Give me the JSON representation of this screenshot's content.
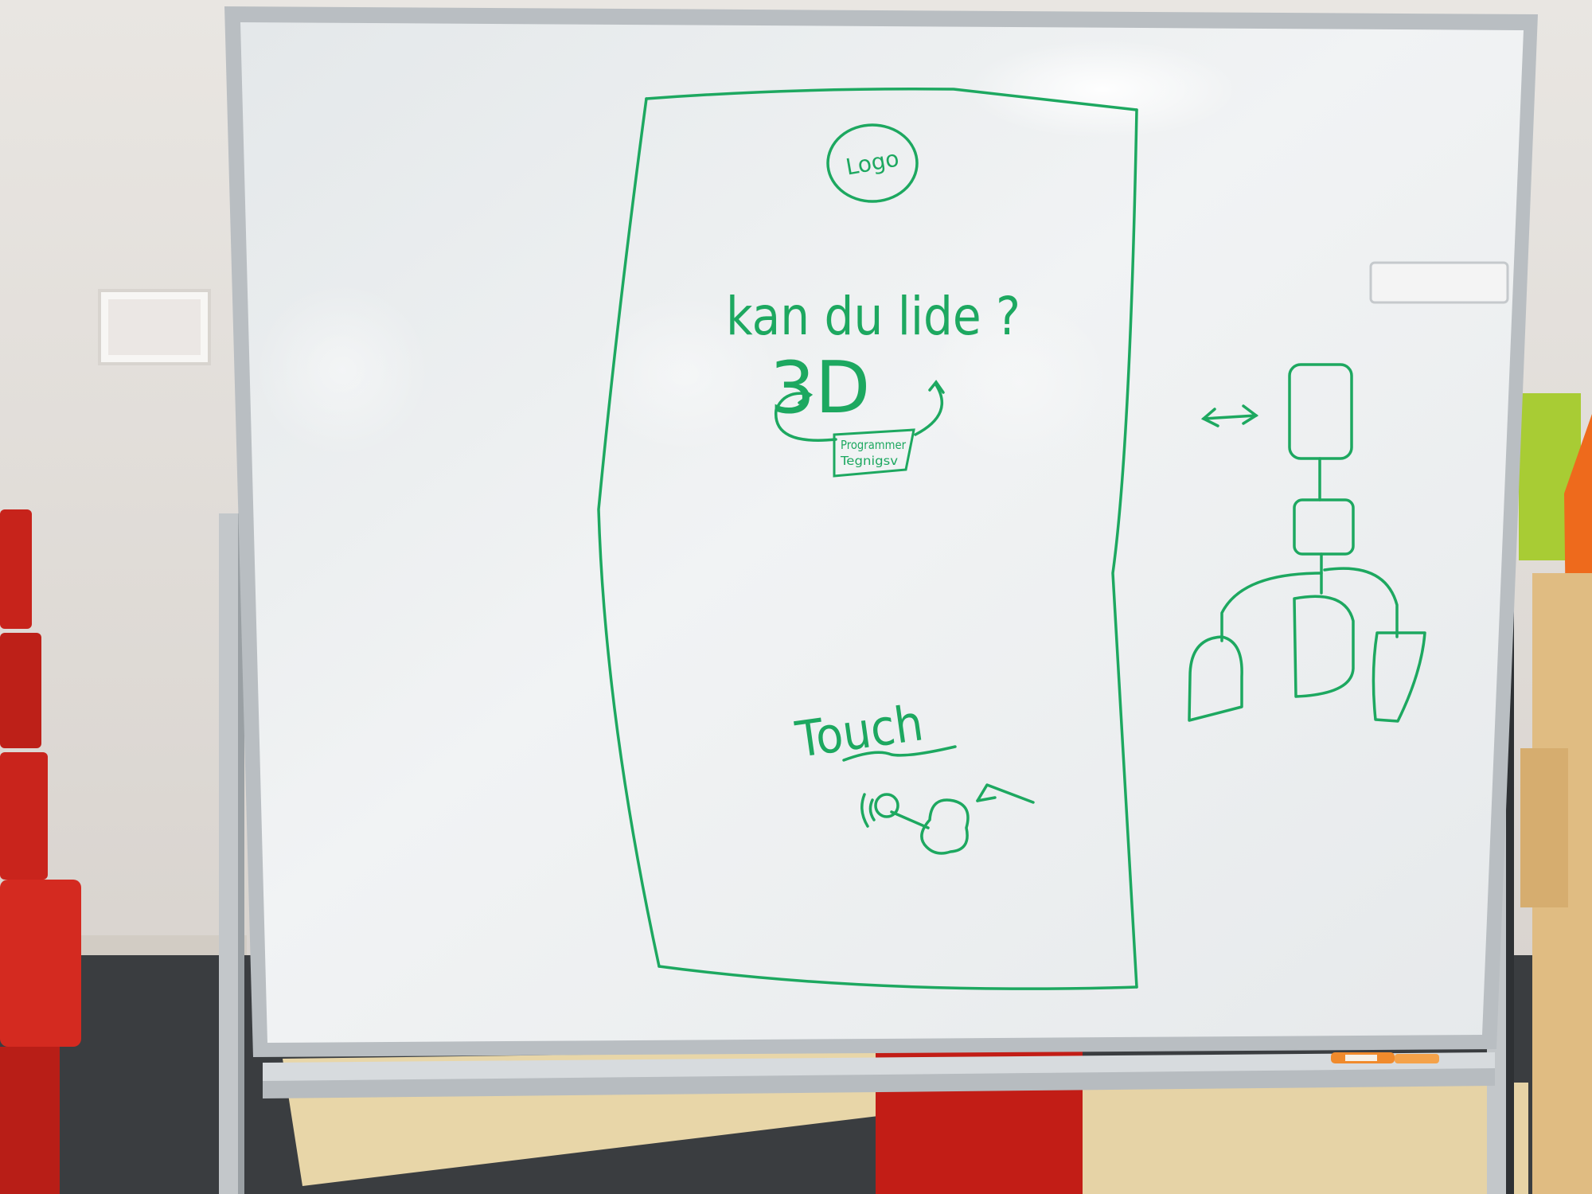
{
  "board": {
    "logo_label": "Logo",
    "question": "kan du lide ?",
    "three_d": "3D",
    "programs_line1": "Programmer",
    "programs_line2": "Tegnigsv",
    "touch": "Touch"
  },
  "colors": {
    "marker_green": "#1da860",
    "wall": "#e4e0dc",
    "board_surface": "#eef0f1",
    "frame": "#b9bec2",
    "chair_red": "#c9241c",
    "floor": "#3a3d40",
    "table_wood": "#e8d6a8",
    "pen_orange": "#f08a2c",
    "cabinet_wood": "#e0bc82",
    "green_panel": "#a8cc34"
  },
  "icons": {
    "logo_circle": "logo-circle-icon",
    "double_arrow": "double-arrow-icon",
    "hand_touch": "touch-hand-icon",
    "swipe_arrow": "swipe-arrow-icon",
    "flow_diagram": "flowchart-icon"
  }
}
